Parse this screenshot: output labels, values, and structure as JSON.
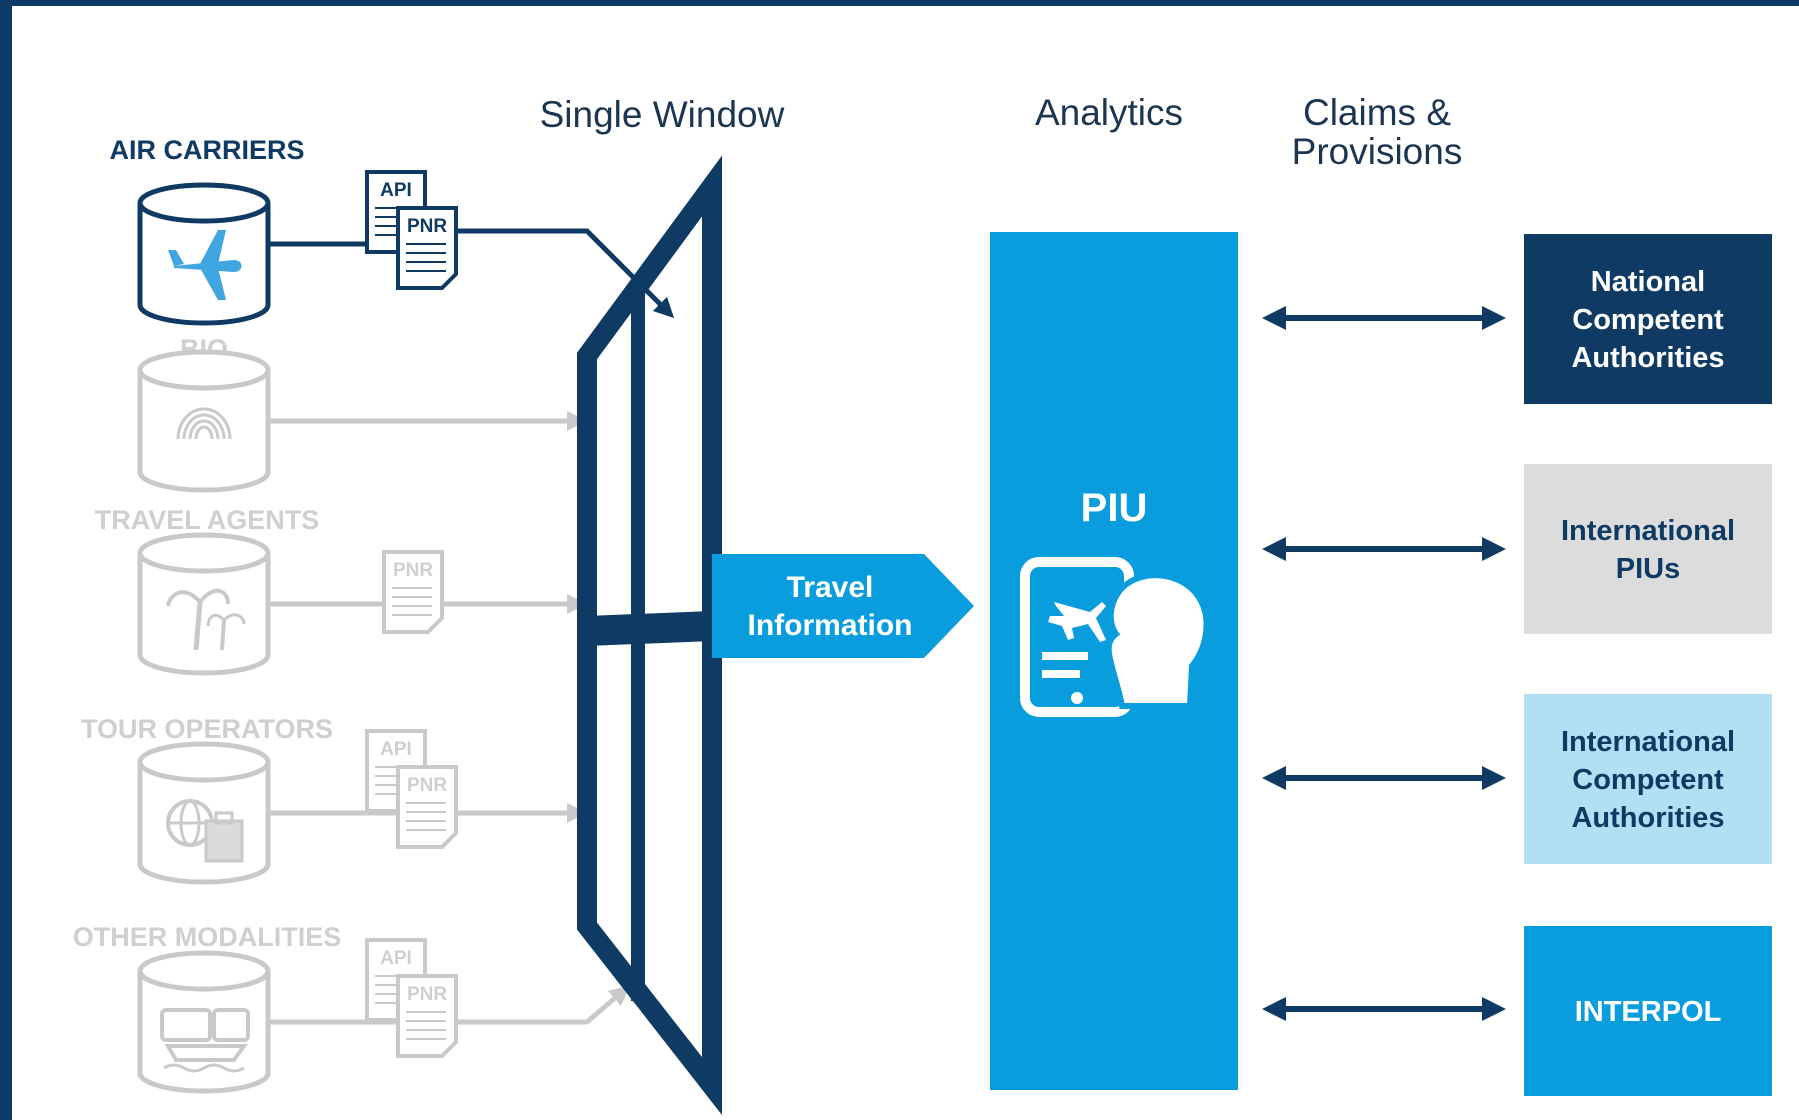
{
  "colors": {
    "navy": "#0f3a63",
    "blue": "#0a9ddd",
    "light_blue": "#b3dff5",
    "light_gray": "#dcdcdc",
    "faded": "#c9c9c9",
    "faded_text": "#cfcfcf",
    "frame": "#0b3a66"
  },
  "headers": {
    "single_window": "Single Window",
    "analytics": "Analytics",
    "claims_line1": "Claims &",
    "claims_line2": "Provisions"
  },
  "sources": [
    {
      "label": "AIR CARRIERS",
      "icon": "airplane-icon",
      "documents": [
        "API",
        "PNR"
      ],
      "active": true
    },
    {
      "label": "BIO",
      "icon": "fingerprint-icon",
      "documents": [],
      "active": false
    },
    {
      "label": "TRAVEL AGENTS",
      "icon": "palm-tree-icon",
      "documents": [
        "PNR"
      ],
      "active": false
    },
    {
      "label": "TOUR OPERATORS",
      "icon": "globe-luggage-icon",
      "documents": [
        "API",
        "PNR"
      ],
      "active": false
    },
    {
      "label": "OTHER MODALITIES",
      "icon": "bus-ship-icon",
      "documents": [
        "API",
        "PNR"
      ],
      "active": false
    }
  ],
  "flow": {
    "line1": "Travel",
    "line2": "Information"
  },
  "piu": {
    "label": "PIU",
    "icon": "tablet-person-icon"
  },
  "destinations": [
    {
      "lines": [
        "National",
        "Competent",
        "Authorities"
      ],
      "bg": "#0f3a63",
      "fg": "#ffffff"
    },
    {
      "lines": [
        "International",
        "PIUs"
      ],
      "bg": "#dcdcdc",
      "fg": "#0f3a63"
    },
    {
      "lines": [
        "International",
        "Competent",
        "Authorities"
      ],
      "bg": "#b3dff5",
      "fg": "#0f3a63"
    },
    {
      "lines": [
        "INTERPOL"
      ],
      "bg": "#0a9ddd",
      "fg": "#ffffff"
    }
  ]
}
